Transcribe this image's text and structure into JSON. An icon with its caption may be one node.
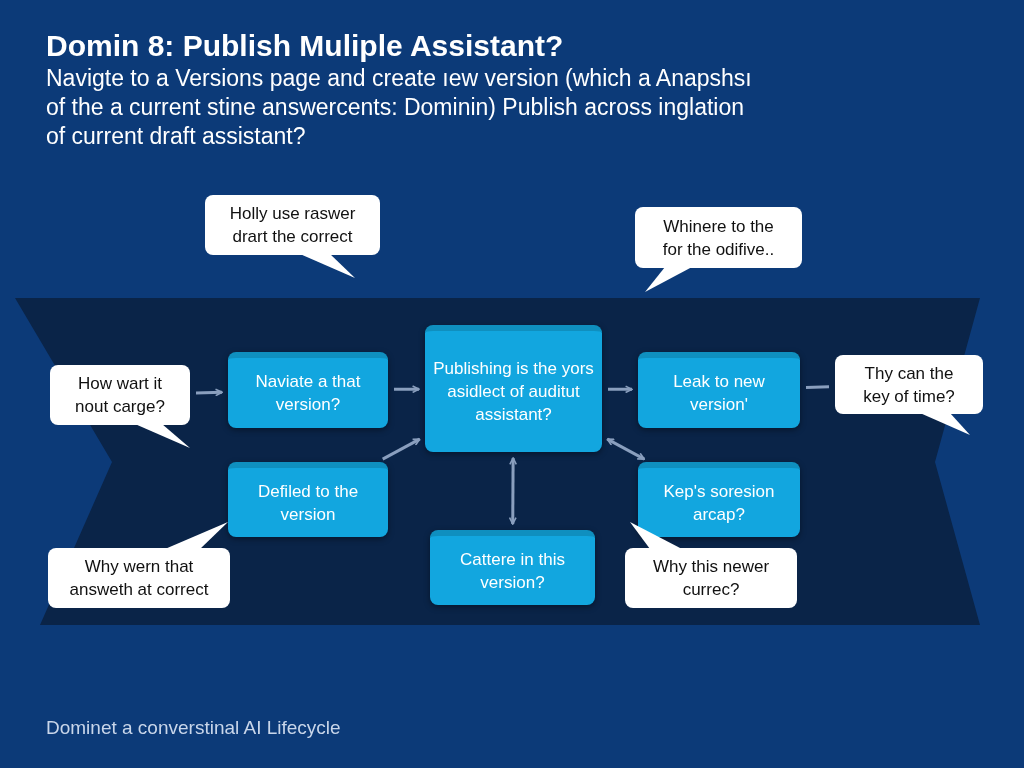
{
  "diagram": {
    "title": "Domin 8:  Publish Muliple Assistant?",
    "nodes": [
      {
        "text": [
          "Holly use raswer drart the correct"
        ]
      },
      {
        "text": [
          "Whinere to the for the odifive.."
        ]
      },
      {
        "text": [
          "How wart it nout carge?"
        ]
      },
      {
        "text": [
          "Naviate a that version?"
        ]
      },
      {
        "text": [
          "Publishing is the yors asidlect of auditut assistant?"
        ]
      },
      {
        "text": [
          "Leak to new version'"
        ]
      },
      {
        "text": [
          "Thy can the key of time?"
        ]
      },
      {
        "text": [
          "Defiled to the version"
        ]
      },
      {
        "text": [
          "Kep's soresion arcap?"
        ]
      },
      {
        "text": [
          "Why wern that answeth at correct"
        ]
      },
      {
        "text": [
          "Cattere in this version?"
        ]
      },
      {
        "text": [
          "Why this newer currec?"
        ]
      }
    ],
    "edges": [
      {
        "from": 2,
        "to": 3,
        "arrow": "to"
      },
      {
        "from": 3,
        "to": 4,
        "arrow": "to"
      },
      {
        "from": 4,
        "to": 5,
        "arrow": "to"
      },
      {
        "from": 5,
        "to": 6,
        "arrow": "none"
      },
      {
        "from": 7,
        "to": 4,
        "arrow": "to"
      },
      {
        "from": 4,
        "to": 10,
        "arrow": "both"
      },
      {
        "from": 4,
        "to": 8,
        "arrow": "both"
      }
    ],
    "labels": [
      "Navigte to a Versions page and create ıew version (which a Anapshsı of the a current stine answercents: Dominin) Publish across inglation of current draft assistant?",
      "Dominet a converstinal AI Lifecycle"
    ]
  }
}
